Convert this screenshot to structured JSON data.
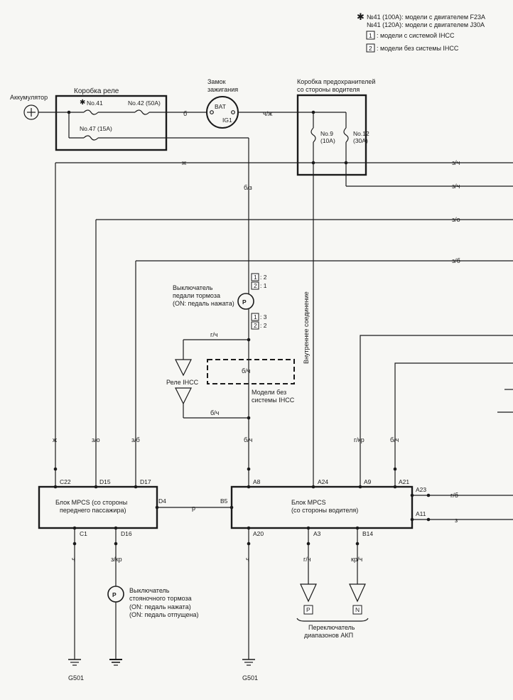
{
  "notes": {
    "asterisk": "✱",
    "line1": "№41 (100A): модели с двигателем F23A",
    "line2": "№41 (120A): модели с двигателем J30A",
    "badge1": "1",
    "badge1_text": ": модели с системой IHCC",
    "badge2": "2",
    "badge2_text": ": модели без системы IHCC"
  },
  "battery": {
    "label": "Аккумулятор",
    "symbol": "+"
  },
  "relay_box": {
    "title": "Коробка реле",
    "asterisk": "✱",
    "fuse41": "No.41",
    "fuse42": "No.42 (50A)",
    "fuse47": "No.47 (15A)"
  },
  "ignition": {
    "title1": "Замок",
    "title2": "зажигания",
    "bat": "BAT",
    "ig1": "IG1"
  },
  "fuse_box": {
    "title1": "Коробка предохранителей",
    "title2": "со стороны водителя",
    "fuse9": "No.9",
    "fuse9_amp": "(10A)",
    "fuse12": "No.12",
    "fuse12_amp": "(30A)"
  },
  "wires": {
    "b": "б",
    "ch_zh": "ч/ж",
    "zh": "ж",
    "z_ch_1": "з/ч",
    "z_ch_2": "з/ч",
    "b_z": "б/з",
    "z_o": "з/о",
    "z_b": "з/б",
    "g_ch": "г/ч",
    "b_ch_1": "б/ч",
    "b_ch_2": "б/ч",
    "zh_down": "ж",
    "z_o_down": "з/о",
    "z_b_down": "з/б",
    "b_ch_down": "б/ч",
    "g_kr": "г/кр",
    "b_ch_right": "б/ч",
    "p": "р",
    "g_b": "г/б",
    "z": "з",
    "ch_1": "ч",
    "z_kr": "з/кр",
    "ch_2": "ч",
    "g_ch_a3": "г/ч",
    "kr_ch": "кр/ч"
  },
  "brake_switch": {
    "badge1": "1",
    "badge1_val": ": 2",
    "badge2": "2",
    "badge2_val": ": 1",
    "line1": "Выключатель",
    "line2": "педали тормоза",
    "line3": "(ON: педаль нажата)",
    "badge3": "1",
    "badge3_val": ": 3",
    "badge4": "2",
    "badge4_val": ": 2",
    "symbol": "P"
  },
  "internal_connection": "Внутреннее соединение",
  "ihcc_relay": {
    "label": "Реле IHCC"
  },
  "non_ihcc": {
    "line1": "Модели без",
    "line2": "системы IHCC"
  },
  "mpcs_passenger": {
    "line1": "Блок MPCS (со стороны",
    "line2": "переднего пассажира)",
    "pins": {
      "c22": "C22",
      "d15": "D15",
      "d17": "D17",
      "d4": "D4",
      "c1": "C1",
      "d16": "D16"
    }
  },
  "mpcs_driver": {
    "line1": "Блок MPCS",
    "line2": "(со стороны водителя)",
    "pins": {
      "b5": "B5",
      "a8": "A8",
      "a24": "A24",
      "a9": "A9",
      "a21": "A21",
      "a23": "A23",
      "a11": "A11",
      "a20": "A20",
      "a3": "A3",
      "b14": "B14"
    }
  },
  "parking_brake": {
    "line1": "Выключатель",
    "line2": "стояночного тормоза",
    "line3": "(ON: педаль нажата)",
    "line4": "(ON: педаль отпущена)",
    "symbol": "P"
  },
  "transmission": {
    "p": "P",
    "n": "N",
    "line1": "Переключатель",
    "line2": "диапазонов АКП"
  },
  "grounds": {
    "g1": "G501",
    "g2": "G501"
  }
}
